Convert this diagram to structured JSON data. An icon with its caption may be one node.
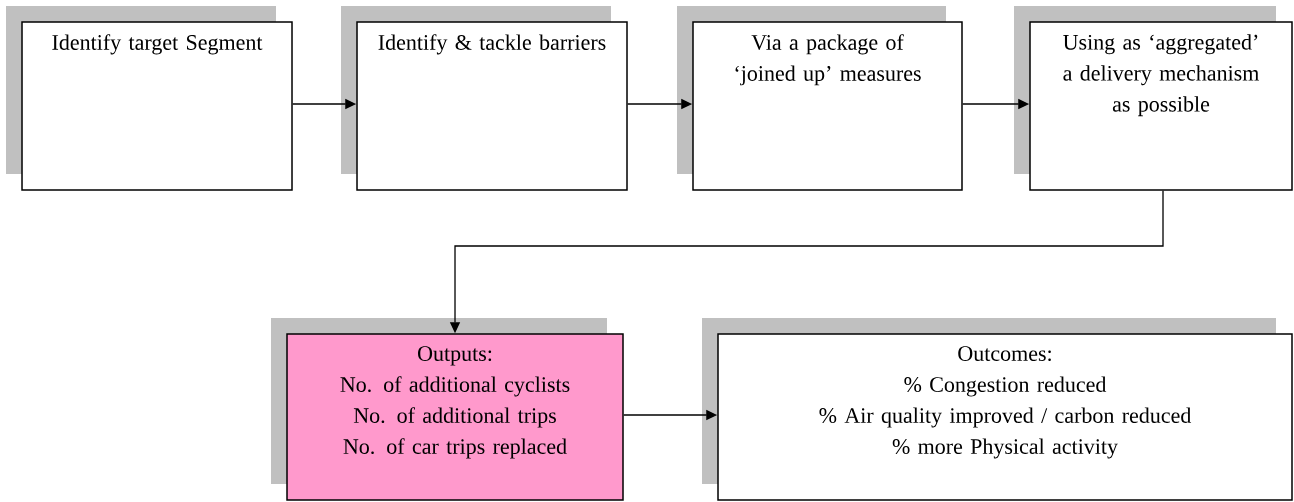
{
  "diagram": {
    "nodes": [
      {
        "text": [
          "Identify target Segment"
        ]
      },
      {
        "text": [
          "Identify & tackle barriers"
        ]
      },
      {
        "text": [
          "Via a package of ‘joined up’ measures"
        ]
      },
      {
        "text": [
          "Using as ‘aggregated’ a delivery mechanism as possible"
        ]
      },
      {
        "text": [
          "Outputs:",
          "No. of additional cyclists",
          "No. of additional trips",
          "No. of car trips replaced"
        ]
      },
      {
        "text": [
          "Outcomes:",
          "% Congestion reduced",
          "% Air quality improved / carbon reduced",
          "% more Physical activity"
        ]
      }
    ],
    "edges": [
      {
        "from": 0,
        "to": 1,
        "arrow": "to"
      },
      {
        "from": 1,
        "to": 2,
        "arrow": "to"
      },
      {
        "from": 2,
        "to": 3,
        "arrow": "to"
      },
      {
        "from": 3,
        "to": 4,
        "arrow": "to"
      },
      {
        "from": 4,
        "to": 5,
        "arrow": "to"
      }
    ]
  }
}
